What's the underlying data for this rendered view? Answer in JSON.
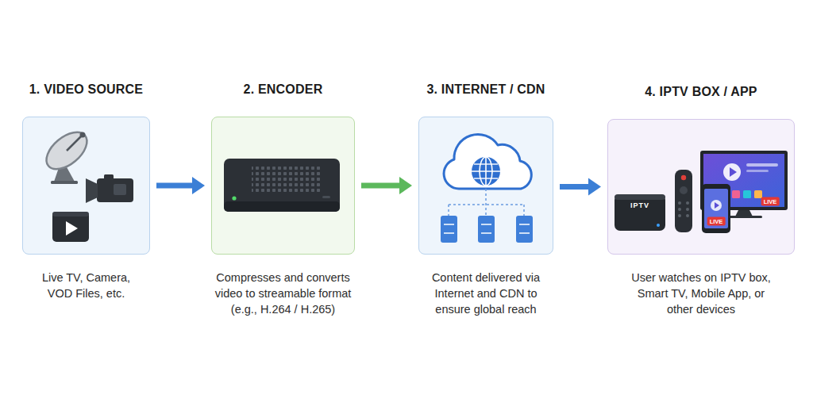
{
  "diagram": {
    "nodes": [
      {
        "text": [
          "1. VIDEO SOURCE",
          "Live TV, Camera, VOD Files, etc."
        ]
      },
      {
        "text": [
          "2. ENCODER",
          "Compresses and converts video to streamable format (e.g., H.264 / H.265)"
        ]
      },
      {
        "text": [
          "3. INTERNET / CDN",
          "Content delivered via Internet and CDN to ensure global reach"
        ]
      },
      {
        "text": [
          "4. IPTV BOX / APP",
          "User watches on IPTV box, Smart TV, Mobile App, or other devices"
        ]
      }
    ],
    "edges": [
      {
        "from": 0,
        "to": 1,
        "arrow": "to"
      },
      {
        "from": 1,
        "to": 2,
        "arrow": "to"
      },
      {
        "from": 2,
        "to": 3,
        "arrow": "to"
      }
    ],
    "labels": [
      "IPTV",
      "LIVE",
      "LIVE"
    ]
  }
}
